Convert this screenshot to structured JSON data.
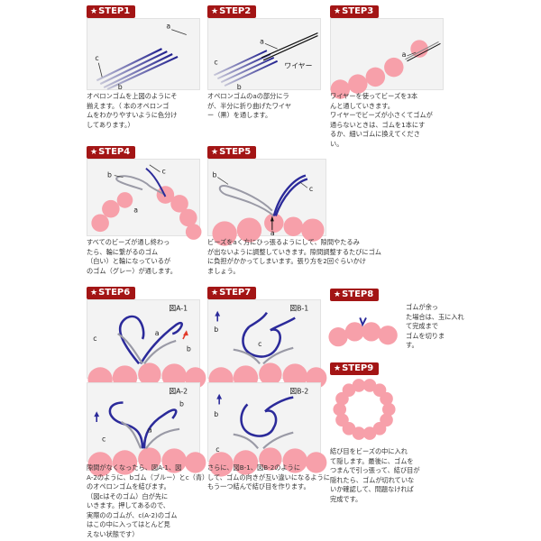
{
  "steps": {
    "s1": {
      "badge": "STEP1",
      "caption": "オペロンゴムを上図のようにそ\n揃えます。（ 本のオペロンゴ\nムをわかりやすいように色分け\nしてあります。）"
    },
    "s2": {
      "badge": "STEP2",
      "caption": "オペロンゴムのaの部分にラ\nが、半分に折り曲げたワイヤ\nー（黒）を通します。"
    },
    "s3": {
      "badge": "STEP3",
      "caption": "ワイヤーを使ってビーズを3本\nんと通していきます。\nワイヤーでビーズが小さくてゴムが\n通らないときは、ゴムを1本にす\nるか、細いゴムに換えてくださ\nい。"
    },
    "s4": {
      "badge": "STEP4",
      "caption": "すべてのビーズが通し終わっ\nたら、輪に繋がるのゴム\n（白い）と輪になっているが\nのゴム（グレー）が通します。"
    },
    "s5": {
      "badge": "STEP5",
      "caption": "ビーズをaく方にひっ張るようにして、隙間やたるみ\nが出ないように調整していきます。隙間調整するたびにゴム\nに負担がかかってしまいます。張り方を2回ぐらいかけ\nましょう。"
    },
    "s6": {
      "badge": "STEP6",
      "caption": "隙間がなくなったら、図A-1、図\nA-2のように、bゴム（ブルー）とc（青）\nのオペロンゴムを結びます。\n（図cはそのゴム）白が先に\nいきます。押してあるので、\n実際ののゴムが、c(A-2)のゴム\nはこの中に入ってはとんど見\nえない状態です）"
    },
    "s7": {
      "badge": "STEP7",
      "caption": "さらに、図B-1、図B-2のように\nして、ゴムの向きが互い違いになるように\nもう一つ結んで結び目を作ります。"
    },
    "s8": {
      "badge": "STEP8",
      "caption": "ゴムが余っ\nた場合は、玉に入れ\nて完成まで\nゴムを切りま\nす。"
    },
    "s9": {
      "badge": "STEP9",
      "caption": "結び目をビーズの中に入れ\nて隠します。最後に、ゴムを\nつまんで引っ張って、結び目が\n隠れたら、ゴムが切れていな\nいか確認して、問題なければ\n完成です。"
    }
  },
  "labels": {
    "a": "a",
    "b": "b",
    "c": "c",
    "wire": "ワイヤー"
  },
  "figures": {
    "A1": "図A-1",
    "A2": "図A-2",
    "B1": "図B-1",
    "B2": "図B-2"
  },
  "colors": {
    "badge": "#a31515",
    "bead": "#f7a0aa",
    "bead_edge": "#e98797",
    "blue": "#2b2a9a",
    "gray": "#9a9aa6",
    "red": "#e23b2a",
    "panel_bg": "#f3f3f3"
  }
}
